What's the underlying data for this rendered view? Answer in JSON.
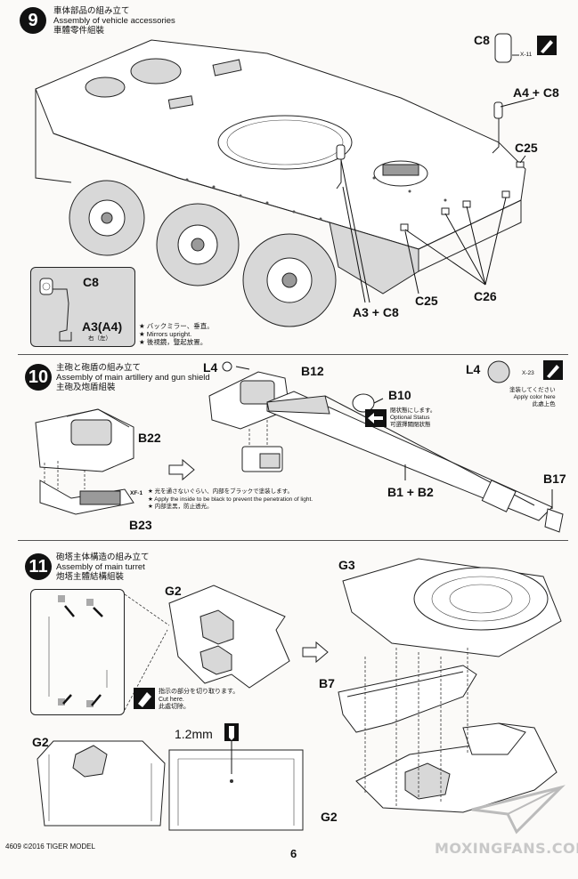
{
  "steps": [
    {
      "number": "9",
      "title_ja": "車体部品の組み立て",
      "title_en": "Assembly of vehicle accessories",
      "title_zh": "車體零件組裝",
      "parts": {
        "c8_top": "C8",
        "c8_paint": "X-11",
        "a4_c8": "A4 + C8",
        "c25_right": "C25",
        "a3_c8": "A3 + C8",
        "c25_bottom": "C25",
        "c26": "C26",
        "inset_c8": "C8",
        "inset_a3a4": "A3(A4)",
        "inset_side": "右（左）"
      },
      "notes": [
        "★ バックミラー、垂直。",
        "★ Mirrors upright.",
        "★ 後視鏡，豎起放置。"
      ]
    },
    {
      "number": "10",
      "title_ja": "主砲と砲盾の組み立て",
      "title_en": "Assembly of main artillery and gun shield",
      "title_zh": "主砲及炮盾組裝",
      "parts": {
        "l4_left": "L4",
        "b12": "B12",
        "b10": "B10",
        "l4_right": "L4",
        "l4_paint": "X-23",
        "b22": "B22",
        "b23": "B23",
        "b1_b2": "B1 + B2",
        "b17": "B17",
        "xf1": "XF-1"
      },
      "paint_note": [
        "塗装してください",
        "Apply color here",
        "此處上色"
      ],
      "optional_note": [
        "閉状態にします。",
        "Optional Status",
        "可選擇關閉狀態"
      ],
      "xf_notes": [
        "★ 光を通さないぐらい、内部をブラックで塗装します。",
        "★ Apply the inside to be black to prevent the penetration of light.",
        "★ 内部塗黑，防止透光。"
      ]
    },
    {
      "number": "11",
      "title_ja": "砲塔主体構造の組み立て",
      "title_en": "Assembly of main turret",
      "title_zh": "炮塔主體結構組裝",
      "parts": {
        "g2_top": "G2",
        "g3": "G3",
        "b7": "B7",
        "g2_left": "G2",
        "g2_bottom": "G2",
        "drill": "1.2mm"
      },
      "cut_notes": [
        "指示の部分を切り取ります。",
        "Cut here.",
        "此處切除。"
      ]
    }
  ],
  "footer": {
    "code": "4609",
    "copyright": "©2016",
    "brand": "TIGER MODEL",
    "page": "6",
    "watermark": "MOXINGFANS.COM"
  }
}
